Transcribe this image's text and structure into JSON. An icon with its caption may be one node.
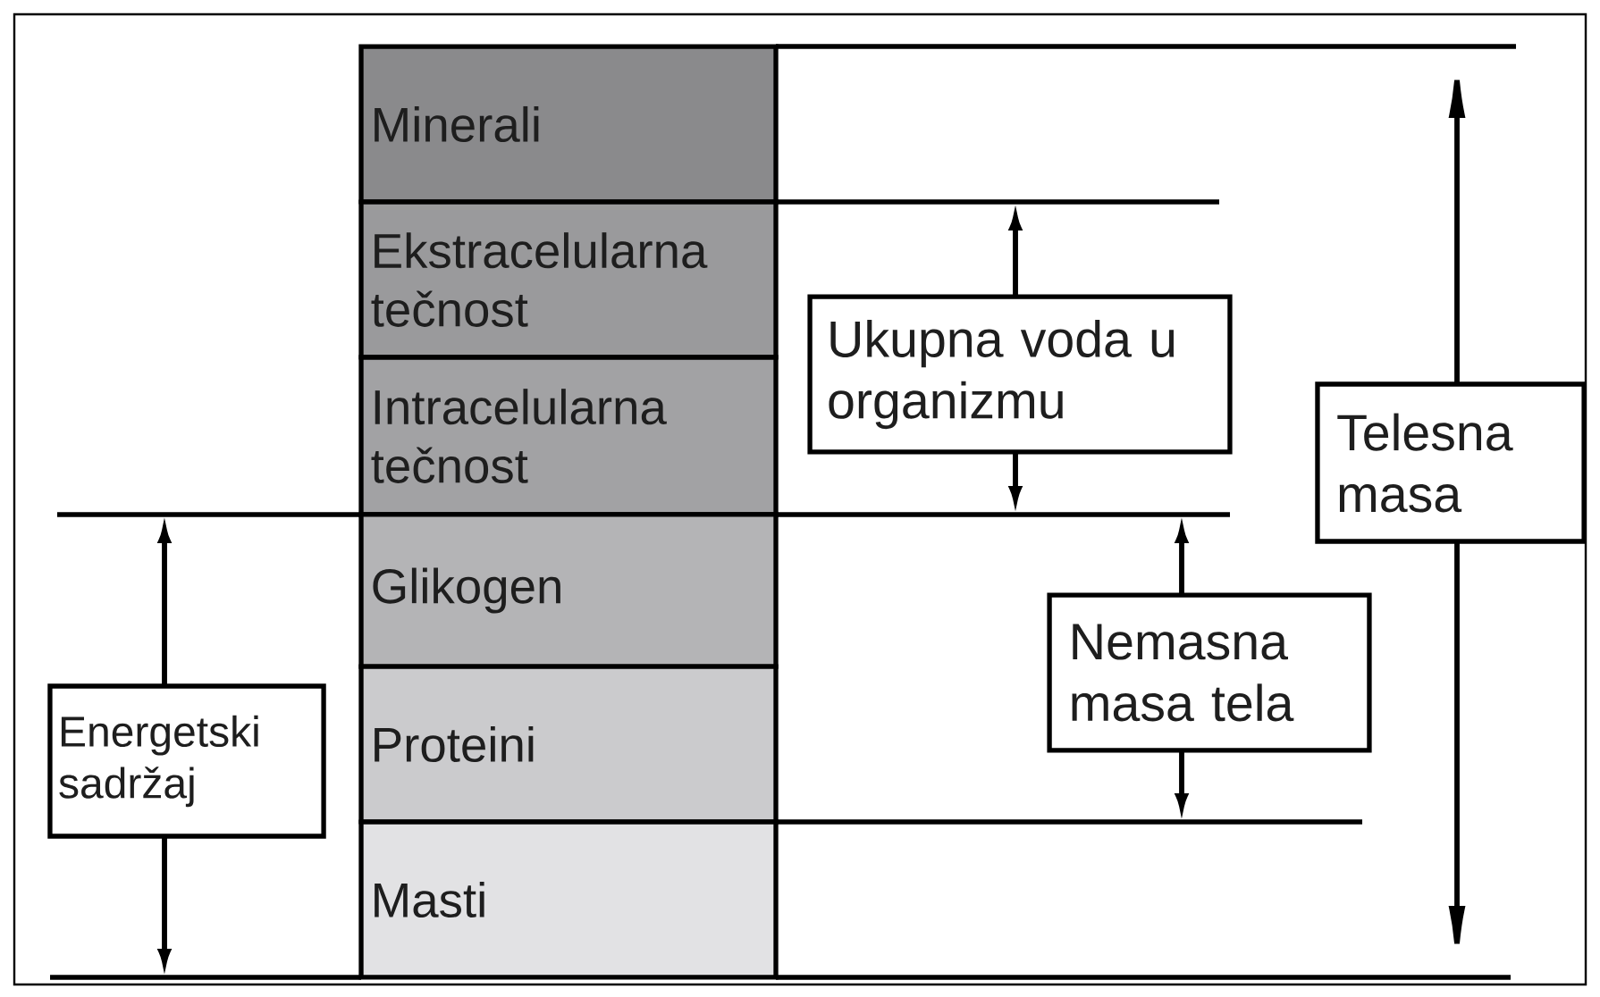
{
  "diagram": {
    "nodes": [
      {
        "text": [
          "Minerali"
        ]
      },
      {
        "text": [
          "Ekstracelularna tečnost"
        ]
      },
      {
        "text": [
          "Intracelularna tečnost"
        ]
      },
      {
        "text": [
          "Glikogen"
        ]
      },
      {
        "text": [
          "Proteini"
        ]
      },
      {
        "text": [
          "Masti"
        ]
      },
      {
        "text": [
          "Energetski sadržaj"
        ]
      },
      {
        "text": [
          "Ukupna voda u organizmu"
        ]
      },
      {
        "text": [
          "Nemasna masa tela"
        ]
      },
      {
        "text": [
          "Telesna masa"
        ]
      }
    ]
  }
}
